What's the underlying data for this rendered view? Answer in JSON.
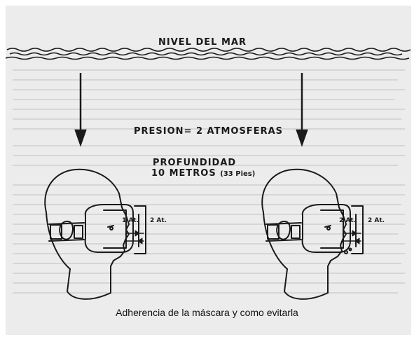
{
  "figure": {
    "sea_label": "NIVEL DEL MAR",
    "pressure_label": "PRESION= 2 ATMOSFERAS",
    "depth_title": "PROFUNDIDAD",
    "depth_value": "10 METROS",
    "depth_feet": "(33 Pies)",
    "left_head": {
      "inner": "1 At.",
      "outer": "2 At."
    },
    "right_head": {
      "inner": "2 At.",
      "outer": "2 At."
    },
    "ink_color": "#1a1a1a",
    "paper_color": "#ececec"
  },
  "caption": "Adherencia de la máscara y como evitarla"
}
